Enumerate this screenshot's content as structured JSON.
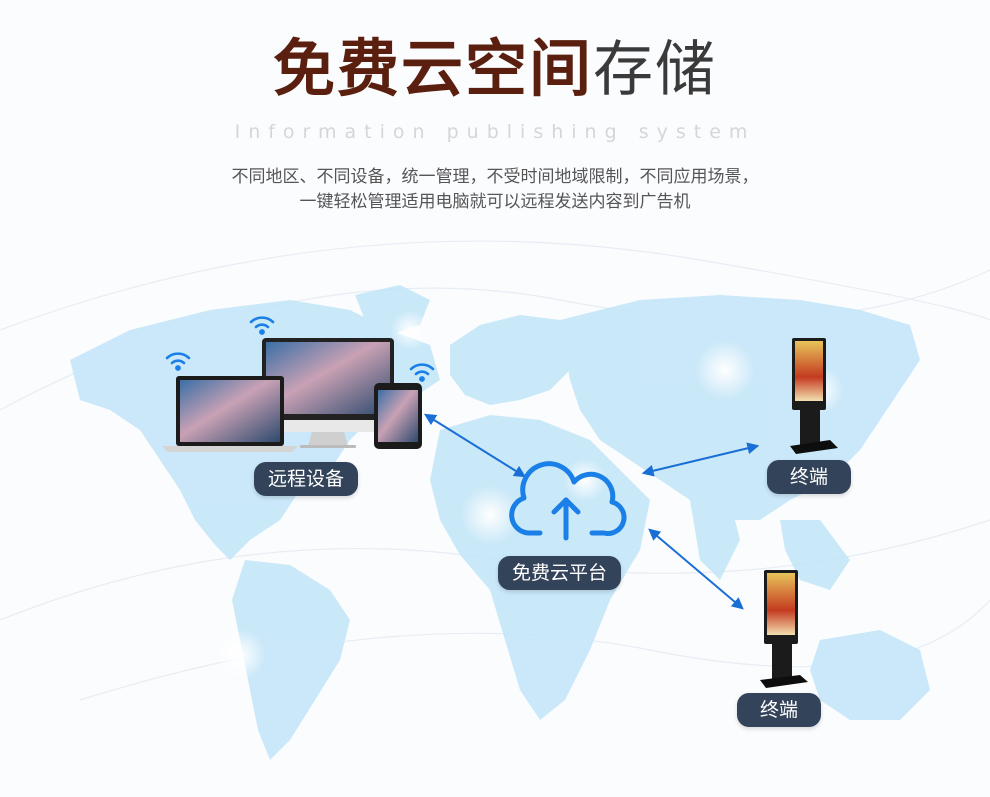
{
  "header": {
    "title_bold": "免费云空间",
    "title_light": "存储",
    "subtitle_en": "Information publishing system",
    "desc_lines": [
      "不同地区、不同设备，统一管理，不受时间地域限制，不同应用场景，",
      "一键轻松管理适用电脑就可以远程发送内容到广告机"
    ]
  },
  "nodes": {
    "remote_devices": "远程设备",
    "cloud_platform": "免费云平台",
    "terminal_1": "终端",
    "terminal_2": "终端"
  },
  "colors": {
    "title_brown": "#5a1f0e",
    "label_bg": "#33435a",
    "cloud_blue": "#1a7fe6",
    "map_blue": "#bfe4f8"
  },
  "icons": [
    "wifi-icon",
    "laptop-icon",
    "monitor-icon",
    "tablet-icon",
    "cloud-upload-icon",
    "kiosk-icon"
  ]
}
